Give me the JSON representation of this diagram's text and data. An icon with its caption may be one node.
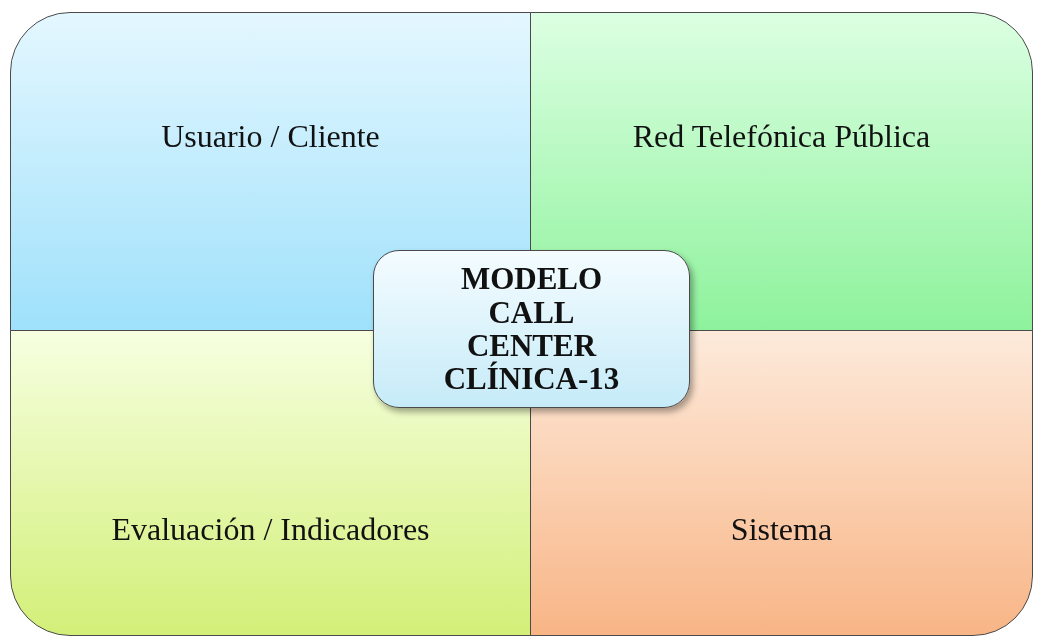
{
  "diagram": {
    "nodes": [
      {
        "text": [
          "Usuario / Cliente"
        ]
      },
      {
        "text": [
          "Red Telefónica Pública"
        ]
      },
      {
        "text": [
          "MODELO CALL CENTER CLÍNICA-13"
        ]
      },
      {
        "text": [
          "Evaluación / Indicadores"
        ]
      },
      {
        "text": [
          "Sistema"
        ]
      }
    ],
    "edges": []
  }
}
